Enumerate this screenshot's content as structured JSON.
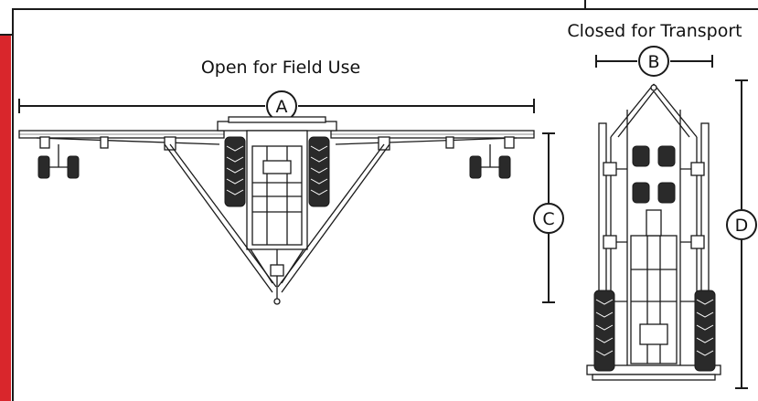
{
  "colors": {
    "accent_red": "#d9262c",
    "ink": "#1a1a1a",
    "tire": "#2a2a2a",
    "background": "#ffffff"
  },
  "views": {
    "open": {
      "title": "Open for Field Use"
    },
    "closed": {
      "title": "Closed for Transport"
    }
  },
  "dimensions": {
    "A": "A",
    "B": "B",
    "C": "C",
    "D": "D"
  }
}
